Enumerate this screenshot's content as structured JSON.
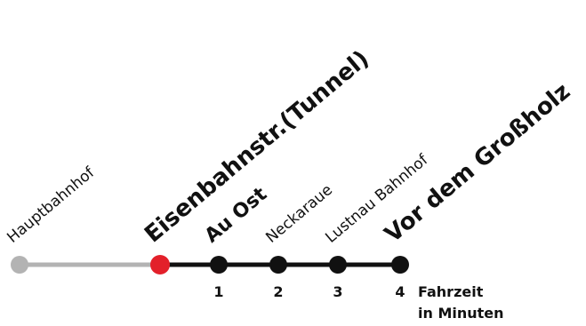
{
  "route": {
    "past_color": "#b3b3b3",
    "future_color": "#111111",
    "current_color": "#e3202a",
    "stops": [
      {
        "name": "Hauptbahnhof",
        "status": "passed",
        "emphasis": "normal",
        "minute": ""
      },
      {
        "name": "Eisenbahnstr.(Tunnel)",
        "status": "current",
        "emphasis": "current",
        "minute": ""
      },
      {
        "name": "Au Ost",
        "status": "upcoming",
        "emphasis": "bold",
        "minute": "1"
      },
      {
        "name": "Neckaraue",
        "status": "upcoming",
        "emphasis": "normal",
        "minute": "2"
      },
      {
        "name": "Lustnau Bahnhof",
        "status": "upcoming",
        "emphasis": "normal",
        "minute": "3"
      },
      {
        "name": "Vor dem Großholz",
        "status": "upcoming",
        "emphasis": "xbold",
        "minute": "4"
      }
    ],
    "legend": {
      "line1": "Fahrzeit",
      "line2": "in Minuten"
    }
  }
}
